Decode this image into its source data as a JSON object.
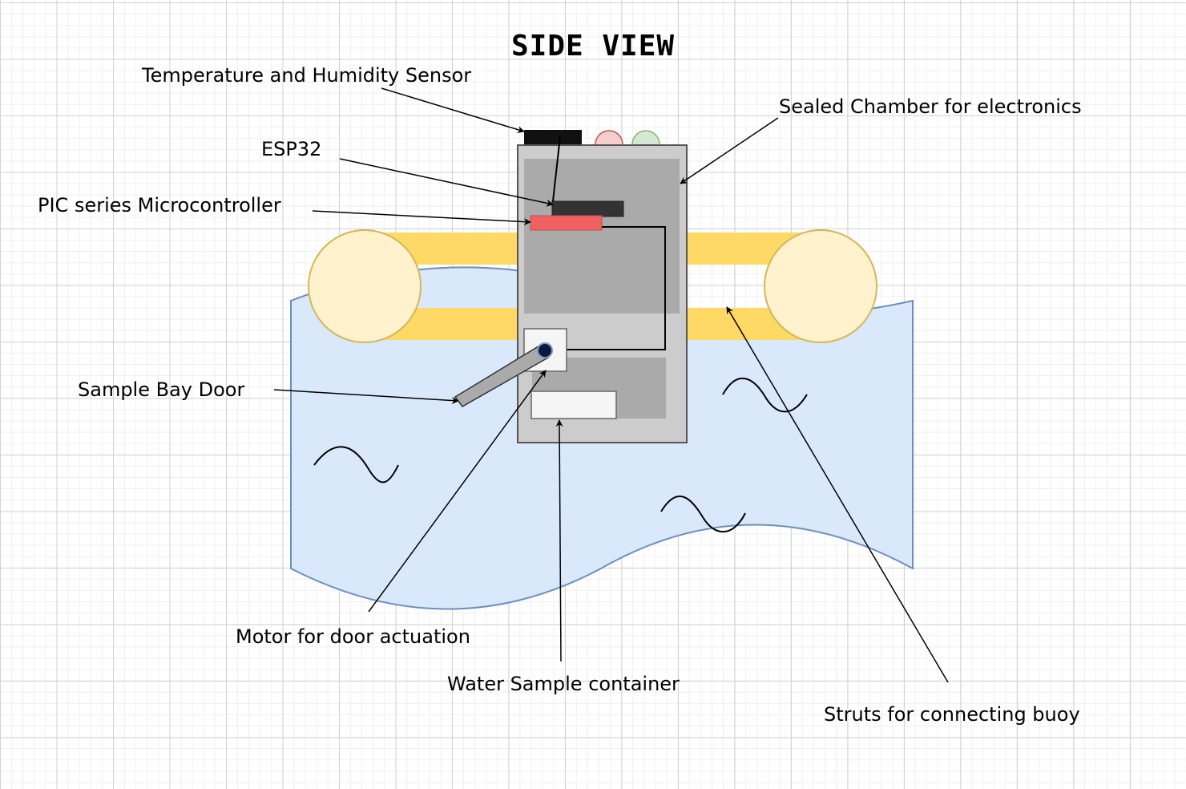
{
  "title": "SIDE VIEW",
  "labels": {
    "temp_sensor": "Temperature and Humidity Sensor",
    "esp32": "ESP32",
    "pic": "PIC series Microcontroller",
    "sealed_chamber": "Sealed Chamber for electronics",
    "sample_door": "Sample Bay Door",
    "motor": "Motor for door actuation",
    "water_container": "Water Sample container",
    "struts": "Struts for connecting buoy"
  },
  "colors": {
    "water_fill": "#dae8fc",
    "water_stroke": "#6c8ebf",
    "strut_fill": "#ffd966",
    "buoy_fill": "#fff2cc",
    "buoy_stroke": "#d6b656",
    "housing_fill": "#cccccc",
    "chamber_fill": "#aaaaaa",
    "esp32_fill": "#333333",
    "pic_fill": "#f06060",
    "sensor_fill": "#111111",
    "led_red": "#f8cecc",
    "led_green": "#d5e8d4"
  }
}
